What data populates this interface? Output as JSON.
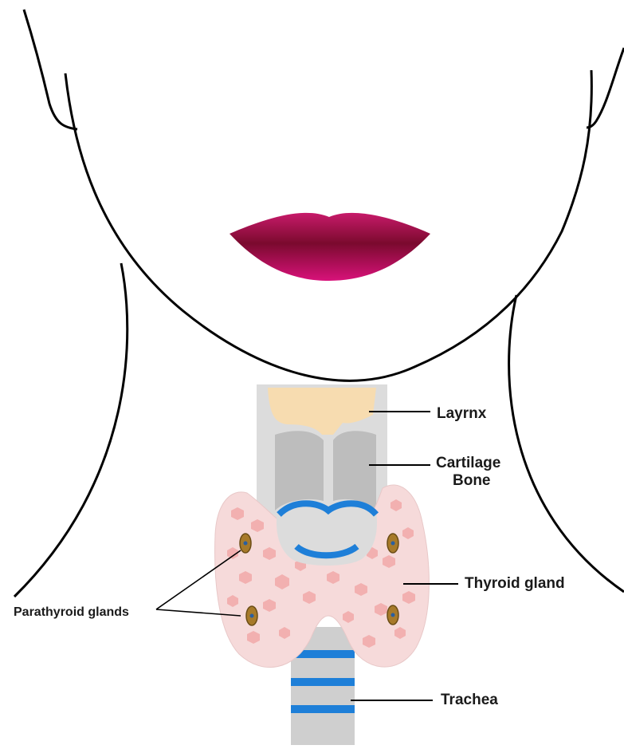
{
  "labels": {
    "larynx": "Layrnx",
    "cartilage_line1": "Cartilage",
    "cartilage_line2": "Bone",
    "thyroid": "Thyroid gland",
    "trachea": "Trachea",
    "parathyroid": "Parathyroid glands"
  },
  "colors": {
    "outline": "#000000",
    "lips_dark": "#7a0a2e",
    "lips_light": "#d0106a",
    "larynx": "#f7dcb0",
    "cartilage": "#c0c0c0",
    "cartilage_light": "#dcdcdc",
    "trachea_ring": "#1e7fd8",
    "thyroid": "#f6dada",
    "thyroid_cells": "#f2b0b0",
    "parathyroid": "#a77a2a"
  }
}
